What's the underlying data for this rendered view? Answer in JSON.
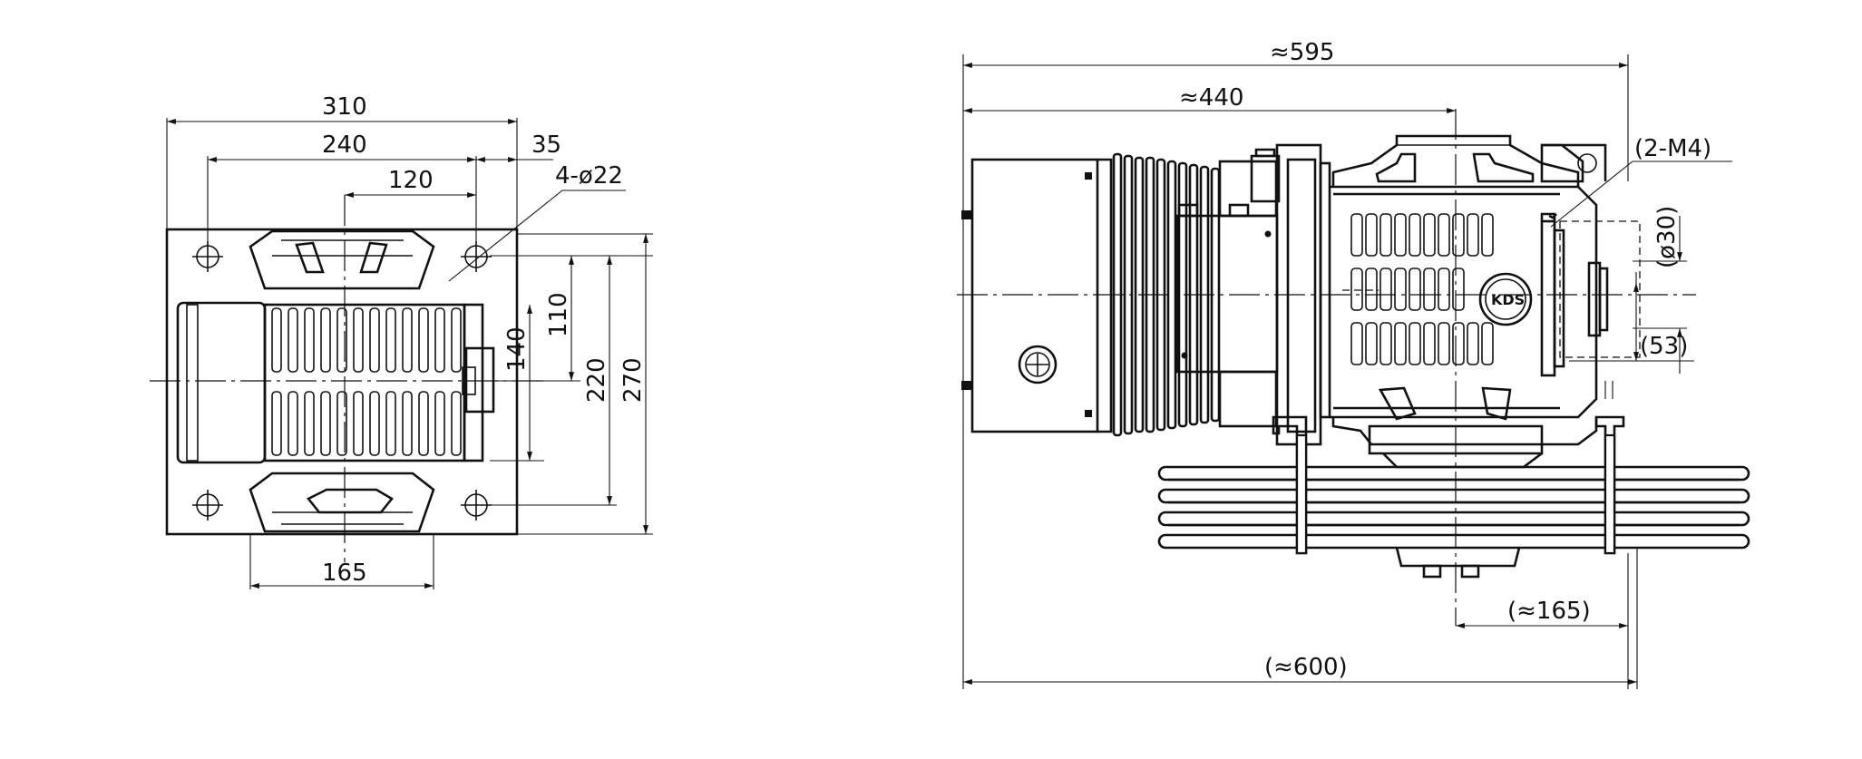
{
  "front_view": {
    "dims": {
      "overall_width": "310",
      "bolt_spacing_width": "240",
      "inner_span": "120",
      "edge_offset": "35",
      "holes": "4-ø22",
      "height_140": "140",
      "height_110": "110",
      "height_220": "220",
      "height_270": "270",
      "base_165": "165"
    }
  },
  "side_view": {
    "dims": {
      "overall_length": "≈595",
      "length_to_center": "≈440",
      "thread": "(2-M4)",
      "shaft_dia": "(ø30)",
      "shaft_offset": "(53)",
      "sheave_offset": "(≈165)",
      "total_length": "(≈600)"
    },
    "logo_text": "KDS"
  }
}
